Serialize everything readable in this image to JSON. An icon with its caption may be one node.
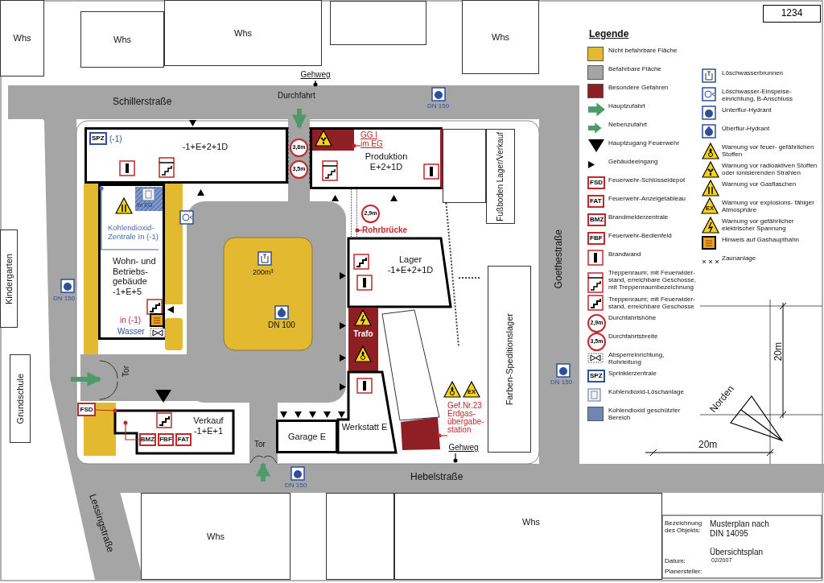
{
  "diagram": {
    "nodes": [
      {
        "text": [
          "Whs"
        ]
      },
      {
        "text": [
          "Whs"
        ]
      },
      {
        "text": [
          "Whs"
        ]
      },
      {
        "text": [
          "Whs"
        ]
      },
      {
        "text": [
          "Kindergarten"
        ]
      },
      {
        "text": [
          "Grundschule"
        ]
      },
      {
        "text": [
          "-1+E+2+1D"
        ]
      },
      {
        "text": [
          "Produktion E+2+1D"
        ]
      },
      {
        "text": [],
        "shape": "box",
        "in": 7
      },
      {
        "text": [
          "GG I im EG"
        ],
        "in": 7
      },
      {
        "text": [
          "Wohn- und Betriebs- gebäude -1+E+5"
        ]
      },
      {
        "text": [
          "Kohlendioxid- Zentrale In (-1)"
        ],
        "in": 10
      },
      {
        "text": [
          "Fußboden Lager/Verkauf"
        ]
      },
      {
        "text": [
          "Lager -1+E+2+1D"
        ]
      },
      {
        "text": [
          "Trafo"
        ]
      },
      {
        "text": [],
        "shape": "box"
      },
      {
        "text": [
          "Verkauf -1+E+1"
        ]
      },
      {
        "text": [
          "FSD"
        ]
      },
      {
        "text": [
          "BMZ"
        ],
        "in": 16
      },
      {
        "text": [
          "FBF"
        ],
        "in": 16
      },
      {
        "text": [
          "FAT"
        ],
        "in": 16
      },
      {
        "text": [
          "Garage E"
        ]
      },
      {
        "text": [
          "Werkstatt E"
        ]
      },
      {
        "text": [
          "Farben-Speditionslager"
        ]
      },
      {
        "text": [
          "Gef.Nr.23",
          "Erdgas- übergabe- station"
        ]
      },
      {
        "text": [],
        "shape": "box"
      },
      {
        "text": [
          "Whs"
        ]
      },
      {
        "text": [
          "Whs"
        ]
      },
      {
        "text": [
          "Rohrbrücke"
        ]
      },
      {
        "text": [
          "Gehweg"
        ]
      },
      {
        "text": [
          "Gehweg"
        ]
      },
      {
        "text": [],
        "shape": "bar"
      },
      {
        "text": [],
        "shape": "box"
      },
      {
        "text": [],
        "shape": "gate"
      },
      {
        "text": [],
        "shape": "gate"
      },
      {
        "text": [],
        "shape": "box"
      },
      {
        "text": [],
        "shape": "box"
      },
      {
        "text": [],
        "shape": "box"
      },
      {
        "text": [],
        "shape": "box"
      }
    ],
    "edges": [
      {
        "from": 9,
        "to": 8,
        "arrow": "other"
      },
      {
        "from": 11,
        "to": null,
        "arrow": "other",
        "color": "#4a6aa8"
      },
      {
        "from": 17,
        "to": 16,
        "arrow": "other"
      },
      {
        "from": 18,
        "to": null,
        "arrow": "other"
      },
      {
        "from": 24,
        "to": 25,
        "arrow": "other"
      },
      {
        "from": 28,
        "to": 31,
        "arrow": "other"
      },
      {
        "from": 29,
        "to": null,
        "arrow": "other",
        "color": "#000000"
      },
      {
        "from": 30,
        "to": null,
        "arrow": "other",
        "color": "#000000"
      },
      {
        "from": null,
        "to": 32,
        "arrow": "to",
        "style": "thick",
        "color": "#4f9a6a"
      },
      {
        "from": null,
        "to": 33,
        "arrow": "to",
        "style": "thick",
        "color": "#4f9a6a"
      },
      {
        "from": null,
        "to": 34,
        "arrow": "to",
        "style": "thick",
        "color": "#4f9a6a"
      }
    ],
    "labels": [
      "1234",
      "Legende",
      "Schillerstraße",
      "DN 150",
      "Durchfahrt",
      "SPZ",
      "(-1)",
      "3,8m",
      "3,5m",
      "im EG",
      "2,9m",
      "Goethestraße",
      "DN 150",
      "200m³",
      "in (-1)",
      "Wasser",
      "DN 100",
      "Tor",
      "Tor",
      "DN 150",
      "DN 150",
      "Hebelstraße",
      "Lessingstraße",
      "20m",
      "20m",
      "Norden",
      "Bezeichnung des Objekts:",
      "Musterplan nach DIN 14095",
      "Übersichtsplan",
      "Datum:",
      "02/2007",
      "Planersteller:",
      "FSD",
      "FAT",
      "BMZ",
      "FBF",
      "SPZ",
      "2,9m",
      "3,5m",
      "EX",
      "EX"
    ],
    "legend": [
      {
        "text": "Nicht befahrbare Fläche",
        "color": "#e3b92f"
      },
      {
        "text": "Befahrbare Fläche",
        "color": "#a5a5a5"
      },
      {
        "text": "Besondere Gefahren",
        "color": "#8e2025"
      },
      {
        "text": "Hauptzufahrt"
      },
      {
        "text": "Nebenzufahrt"
      },
      {
        "text": "Hauptzugang Feuerwehr"
      },
      {
        "text": "Gebäudeeingang"
      },
      {
        "text": "Feuerwehr-Schlüsseldepot"
      },
      {
        "text": "Feuerwehr-Anzeigetableau"
      },
      {
        "text": "Brandmelderzentrale"
      },
      {
        "text": "Feuerwehr-Bedienfeld"
      },
      {
        "text": "Brandwand"
      },
      {
        "text": "Treppenraum; mit Feuerwider- stand, erreichbare Geschosse, mit Treppenraumbezeichnung"
      },
      {
        "text": "Treppenraum; mit Feuerwider- stand, erreichbare Geschosse"
      },
      {
        "text": "Durchfahrtshöhe"
      },
      {
        "text": "Durchfahrtsbreite"
      },
      {
        "text": "Absperreinrichtung, Rohrleitung"
      },
      {
        "text": "Sprinklerzentrale"
      },
      {
        "text": "Kohlendioxid-Löschanlage"
      },
      {
        "text": "Kohlendioxid geschützter Bereich",
        "color": "#6f86b5"
      },
      {
        "text": "Löschwasserbrunnen"
      },
      {
        "text": "Löschwasser-Einspeise- einrichtung, B-Anschluss"
      },
      {
        "text": "Unterflur-Hydrant"
      },
      {
        "text": "Überflur-Hydrant"
      },
      {
        "text": "Warnung vor feuer- gefährlichen Stoffen"
      },
      {
        "text": "Warnung vor radioaktiven Stoffen oder ionisierenden Strahlen"
      },
      {
        "text": "Warnung vor Gasflaschen"
      },
      {
        "text": "Warnung vor explosions- fähiger Atmosphäre"
      },
      {
        "text": "Warnung vor gefährlicher elektrischer Spannung"
      },
      {
        "text": "Hinweis auf Gashaupthahn"
      },
      {
        "text": "Zaunanlage"
      }
    ]
  }
}
